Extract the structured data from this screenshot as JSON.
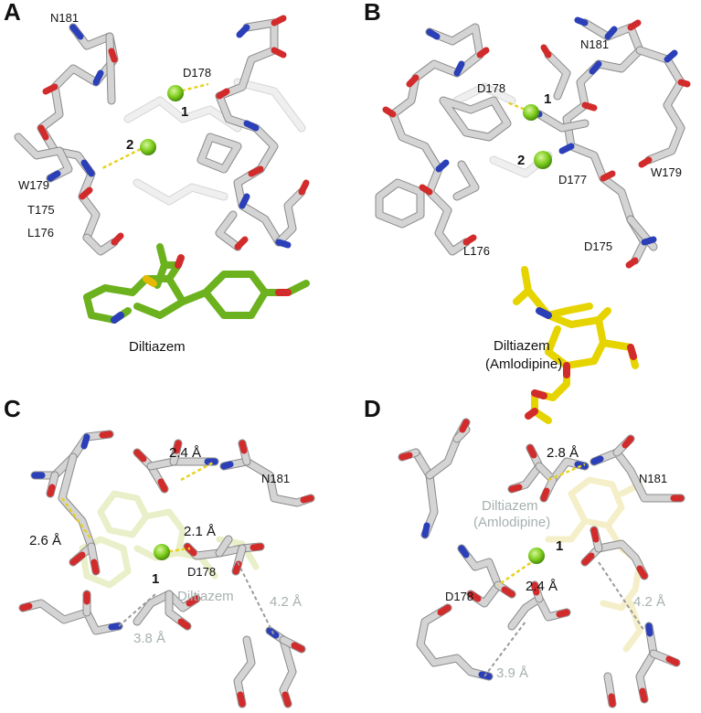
{
  "panels": {
    "A": {
      "letter": "A",
      "residues": [
        "N181",
        "D178",
        "W179",
        "T175",
        "L176"
      ],
      "ions": [
        "1",
        "2"
      ],
      "ligand": "Diltiazem"
    },
    "B": {
      "letter": "B",
      "residues": [
        "N181",
        "D178",
        "D177",
        "W179",
        "L176",
        "D175"
      ],
      "ions": [
        "1",
        "2"
      ],
      "ligand_line1": "Diltiazem",
      "ligand_line2": "(Amlodipine)"
    },
    "C": {
      "letter": "C",
      "residues": [
        "N181",
        "D178"
      ],
      "ions": [
        "1"
      ],
      "ligand": "Diltiazem",
      "distances": [
        "2.4 Å",
        "2.6 Å",
        "2.1 Å",
        "4.2 Å",
        "3.8 Å"
      ]
    },
    "D": {
      "letter": "D",
      "residues": [
        "N181",
        "D178"
      ],
      "ions": [
        "1"
      ],
      "ligand_line1": "Diltiazem",
      "ligand_line2": "(Amlodipine)",
      "distances": [
        "2.8 Å",
        "2.4 Å",
        "4.2 Å",
        "3.9 Å"
      ]
    }
  },
  "colors": {
    "carbon": "#d4d4d4",
    "oxygen": "#d22b2b",
    "nitrogen": "#2a3fb8",
    "ion": "#7ccc1c",
    "ligand_a": "#6cb11e",
    "ligand_b": "#e6d400",
    "hbond": "#e8d21e"
  }
}
